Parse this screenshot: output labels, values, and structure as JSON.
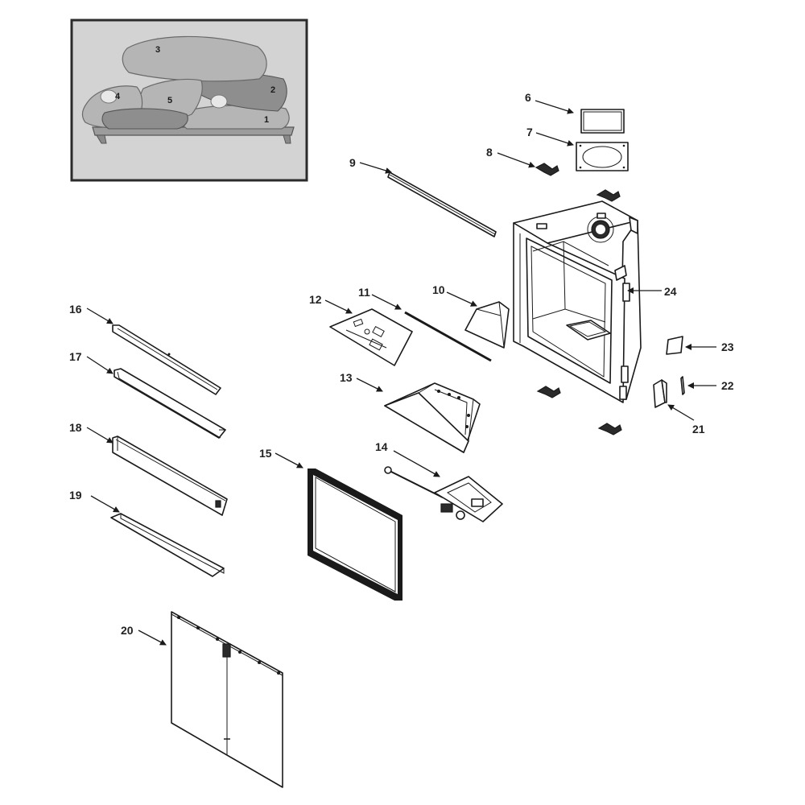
{
  "diagram": {
    "callouts": [
      "1",
      "2",
      "3",
      "4",
      "5",
      "6",
      "7",
      "8",
      "9",
      "10",
      "11",
      "12",
      "13",
      "14",
      "15",
      "16",
      "17",
      "18",
      "19",
      "20",
      "21",
      "22",
      "23",
      "24"
    ],
    "inset_labels": [
      "1",
      "2",
      "3",
      "4",
      "5"
    ]
  },
  "colors": {
    "inset_background": "#d3d3d3",
    "inset_border": "#2b2b2b",
    "line": "#1a1a1a",
    "log": "#b5b5b5"
  }
}
